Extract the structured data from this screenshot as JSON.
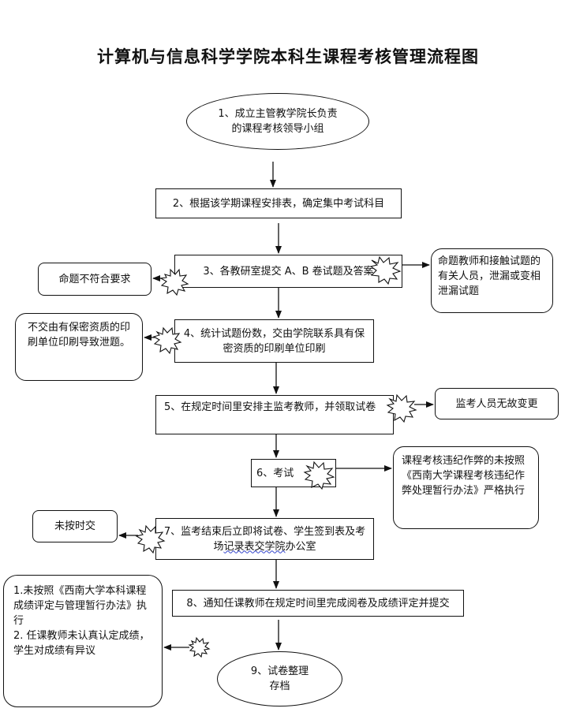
{
  "title": "计算机与信息科学学院本科生课程考核管理流程图",
  "steps": {
    "s1": "1、成立主管教学院长负责的课程考核领导小组",
    "s2": "2、根据该学期课程安排表，确定集中考试科目",
    "s3": "3、各教研室提交 A、B 卷试题及答案",
    "s4": "4、统计试题份数，交由学院联系具有保密资质的印刷单位印刷",
    "s5": "5、在规定时间里安排主监考教师，并领取试卷",
    "s6": "6、考试",
    "s7a": "7、监考结束后立即将试卷、学生签到表及考场",
    "s7b": "记录表交学院",
    "s7c": "办公室",
    "s8": "8、通知任课教师在规定时间里完成阅卷及成绩评定并提交",
    "s9": "9、试卷整理存档"
  },
  "notes": {
    "n3_left": "命题不符合要求",
    "n3_right": "命题教师和接触试题的有关人员，泄漏或变相泄漏试题",
    "n4_left": "不交由有保密资质的印刷单位印刷导致泄题。",
    "n5_right": "监考人员无故变更",
    "n6_right": "课程考核违纪作弊的未按照《西南大学课程考核违纪作弊处理暂行办法》严格执行",
    "n7_left": "未按时交",
    "n8_left_1": "1.未按照《西南大学本科课程成绩评定与管理暂行办法》执行",
    "n8_left_2": "2. 任课教师未认真认定成绩，学生对成绩有异议"
  }
}
